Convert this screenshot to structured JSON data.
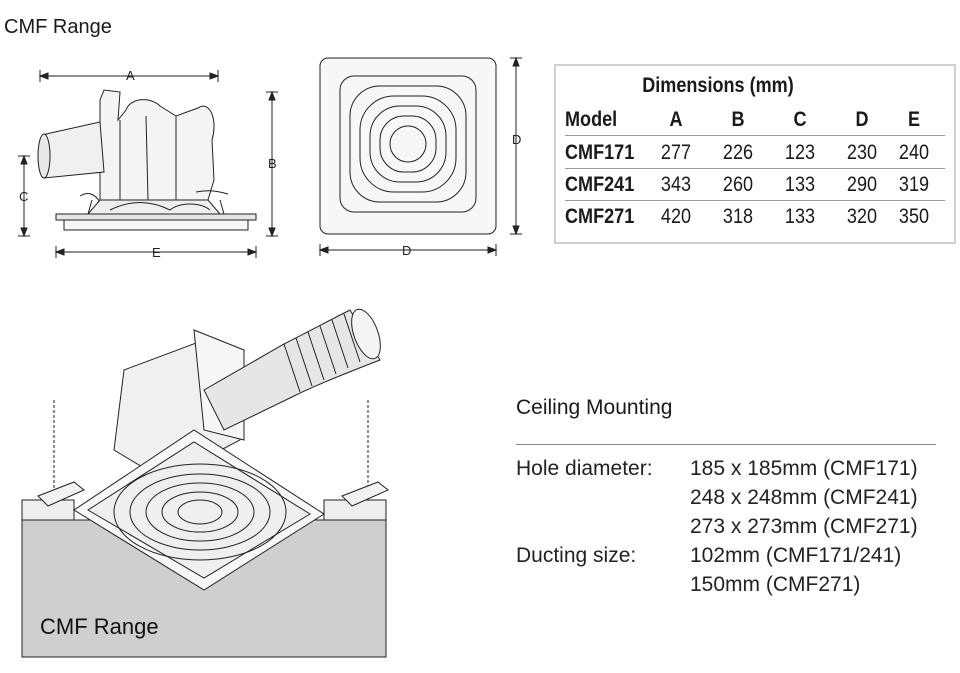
{
  "page_title": "CMF Range",
  "diagram_labels": {
    "a": "A",
    "b": "B",
    "c": "C",
    "d": "D",
    "e": "E"
  },
  "dimensions_table": {
    "title": "Dimensions (mm)",
    "headers": [
      "Model",
      "A",
      "B",
      "C",
      "D",
      "E"
    ],
    "rows": [
      [
        "CMF171",
        "277",
        "226",
        "123",
        "230",
        "240"
      ],
      [
        "CMF241",
        "343",
        "260",
        "133",
        "290",
        "319"
      ],
      [
        "CMF271",
        "420",
        "318",
        "133",
        "320",
        "350"
      ]
    ]
  },
  "ceiling_mounting": {
    "heading": "Ceiling Mounting",
    "hole_label": "Hole diameter:",
    "hole_values": [
      "185 x 185mm (CMF171)",
      "248 x 248mm (CMF241)",
      "273 x 273mm (CMF271)"
    ],
    "ducting_label": "Ducting size:",
    "ducting_values": [
      "102mm (CMF171/241)",
      "150mm (CMF271)"
    ]
  },
  "illustration_caption": "CMF Range"
}
